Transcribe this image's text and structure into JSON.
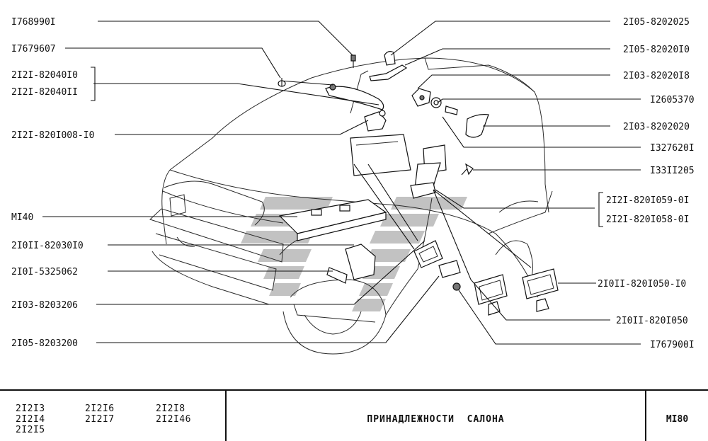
{
  "labels": {
    "l1": "I768990I",
    "l2": "I7679607",
    "l3a": "2I2I-82040I0",
    "l3b": "2I2I-82040II",
    "l4": "2I2I-820I008-I0",
    "l5": "MI40",
    "l6": "2I0II-82030I0",
    "l7": "2I0I-5325062",
    "l8": "2I03-8203206",
    "l9": "2I05-8203200",
    "r1": "2I05-8202025",
    "r2": "2I05-82020I0",
    "r3": "2I03-82020I8",
    "r4": "I2605370",
    "r5": "2I03-8202020",
    "r6": "I327620I",
    "r7": "I33II205",
    "r8a": "2I2I-820I059-0I",
    "r8b": "2I2I-820I058-0I",
    "r9": "2I0II-820I050-I0",
    "r10": "2I0II-820I050",
    "r11": "I767900I"
  },
  "footer": {
    "models": [
      "2I2I3",
      "2I2I4",
      "2I2I5",
      "2I2I6",
      "2I2I7",
      "2I2I8",
      "2I2I46"
    ],
    "title": "ПРИНАДЛЕЖНОСТИ  САЛОНА",
    "code": "MI80"
  },
  "watermark_color": "#b8b8b8"
}
